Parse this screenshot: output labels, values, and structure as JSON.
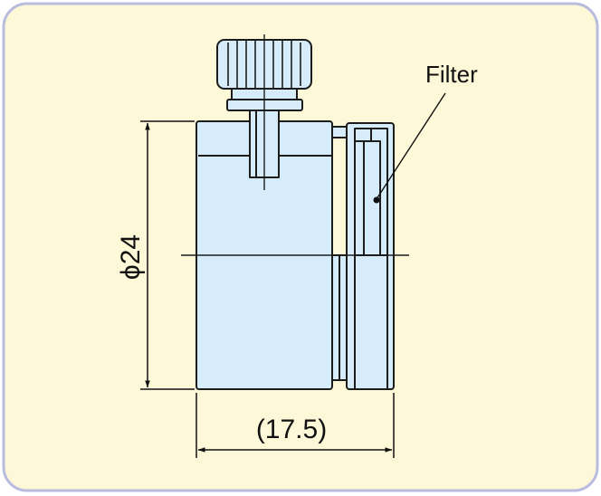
{
  "labels": {
    "filter": "Filter",
    "diameter": "ϕ24",
    "width": "(17.5)"
  },
  "colors": {
    "panel_background": "#fdf8d8",
    "panel_border": "#b8bcde",
    "part_fill": "#d6ecfb",
    "part_stroke": "#1c1c1c",
    "dimension_line": "#111111"
  }
}
